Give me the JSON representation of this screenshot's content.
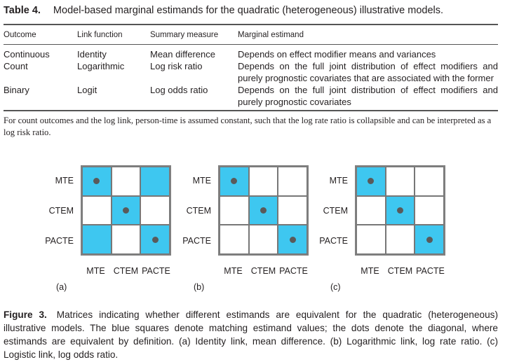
{
  "table": {
    "label": "Table 4.",
    "title": "Model-based marginal estimands for the quadratic (heterogeneous) illustrative models.",
    "headers": [
      "Outcome",
      "Link function",
      "Summary measure",
      "Marginal estimand"
    ],
    "rows": [
      {
        "outcome": "Continuous",
        "link": "Identity",
        "measure": "Mean difference",
        "estimand": "Depends on effect modifier means and variances"
      },
      {
        "outcome": "Count",
        "link": "Logarithmic",
        "measure": "Log risk ratio",
        "estimand": "Depends on the full joint distribution of effect modifiers and purely prognostic covariates that are associated with the former"
      },
      {
        "outcome": "Binary",
        "link": "Logit",
        "measure": "Log odds ratio",
        "estimand": "Depends on the full joint distribution of effect modifiers and purely prognostic covariates"
      }
    ],
    "footnote": "For count outcomes and the log link, person-time is assumed constant, such that the log rate ratio is collapsible and can be interpreted as a log risk ratio."
  },
  "figure": {
    "labels": [
      "MTE",
      "CTEM",
      "PACTE"
    ],
    "match_color": "#3ec7f0",
    "dot_color": "#5a5a5a",
    "panels": [
      {
        "label": "(a)",
        "matrix": [
          [
            1,
            0,
            1
          ],
          [
            0,
            1,
            0
          ],
          [
            1,
            0,
            1
          ]
        ]
      },
      {
        "label": "(b)",
        "matrix": [
          [
            1,
            0,
            0
          ],
          [
            0,
            1,
            0
          ],
          [
            0,
            0,
            1
          ]
        ]
      },
      {
        "label": "(c)",
        "matrix": [
          [
            1,
            0,
            0
          ],
          [
            0,
            1,
            0
          ],
          [
            0,
            0,
            1
          ]
        ]
      }
    ],
    "caption_label": "Figure 3.",
    "caption": "Matrices indicating whether different estimands are equivalent for the quadratic (heterogeneous) illustrative models. The blue squares denote matching estimand values; the dots denote the diagonal, where estimands are equivalent by definition. (a) Identity link, mean difference. (b) Logarithmic link, log rate ratio. (c) Logistic link, log odds ratio."
  }
}
